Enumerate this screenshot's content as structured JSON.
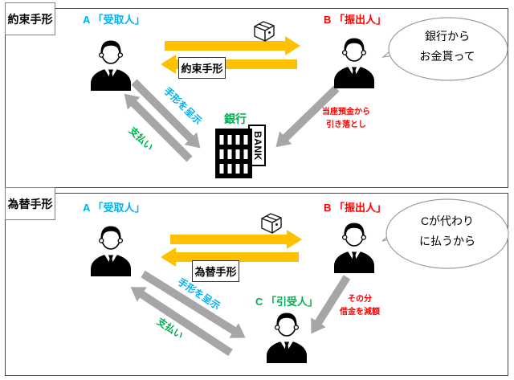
{
  "colors": {
    "accent_blue": "#00B0F0",
    "accent_red": "#FF0000",
    "accent_green": "#00B050",
    "arrow_yellow": "#FFC000",
    "arrow_gray": "#A6A6A6"
  },
  "panel1": {
    "title": "約束手形",
    "payee_label": "A 「受取人」",
    "drawer_label": "B 「振出人」",
    "bubble_line1": "銀行から",
    "bubble_line2": "お金貰って",
    "note_box": "約束手形",
    "present_label": "手形を呈示",
    "pay_label": "支払い",
    "bank_title": "銀行",
    "bank_sign": "BANK",
    "debit_line1": "当座預金から",
    "debit_line2": "引き落とし"
  },
  "panel2": {
    "title": "為替手形",
    "payee_label": "A 「受取人」",
    "drawer_label": "B 「振出人」",
    "acceptor_label": "C 「引受人」",
    "bubble_line1": "Cが代わり",
    "bubble_line2": "に払うから",
    "note_box": "為替手形",
    "present_label": "手形を呈示",
    "pay_label": "支払い",
    "debit_line1": "その分",
    "debit_line2": "借金を減額"
  }
}
